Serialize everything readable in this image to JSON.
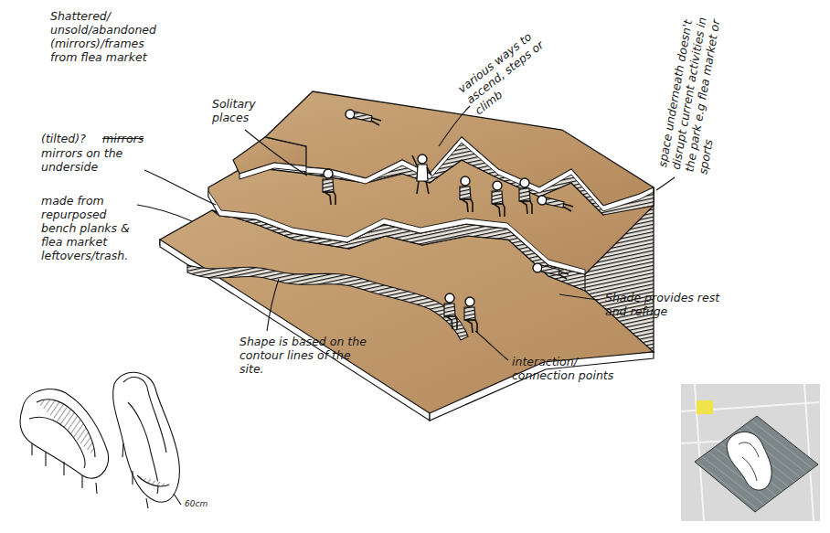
{
  "diagram": {
    "labels": [
      "Shattered/ unsold/abandoned (mirrors)/frames from flea market",
      "Solitary places",
      "various ways to ascend, steps or climb",
      "(tilted)?",
      "mirrors",
      "mirrors on the underside",
      "made from repurposed bench planks & flea market leftovers/trash.",
      "space underneath doesn't disrupt current activities in the park e.g flea market or sports",
      "Shade provides rest and refuge",
      "Shape is based on the contour lines of the site.",
      "interaction/ connection points",
      "60cm"
    ]
  }
}
